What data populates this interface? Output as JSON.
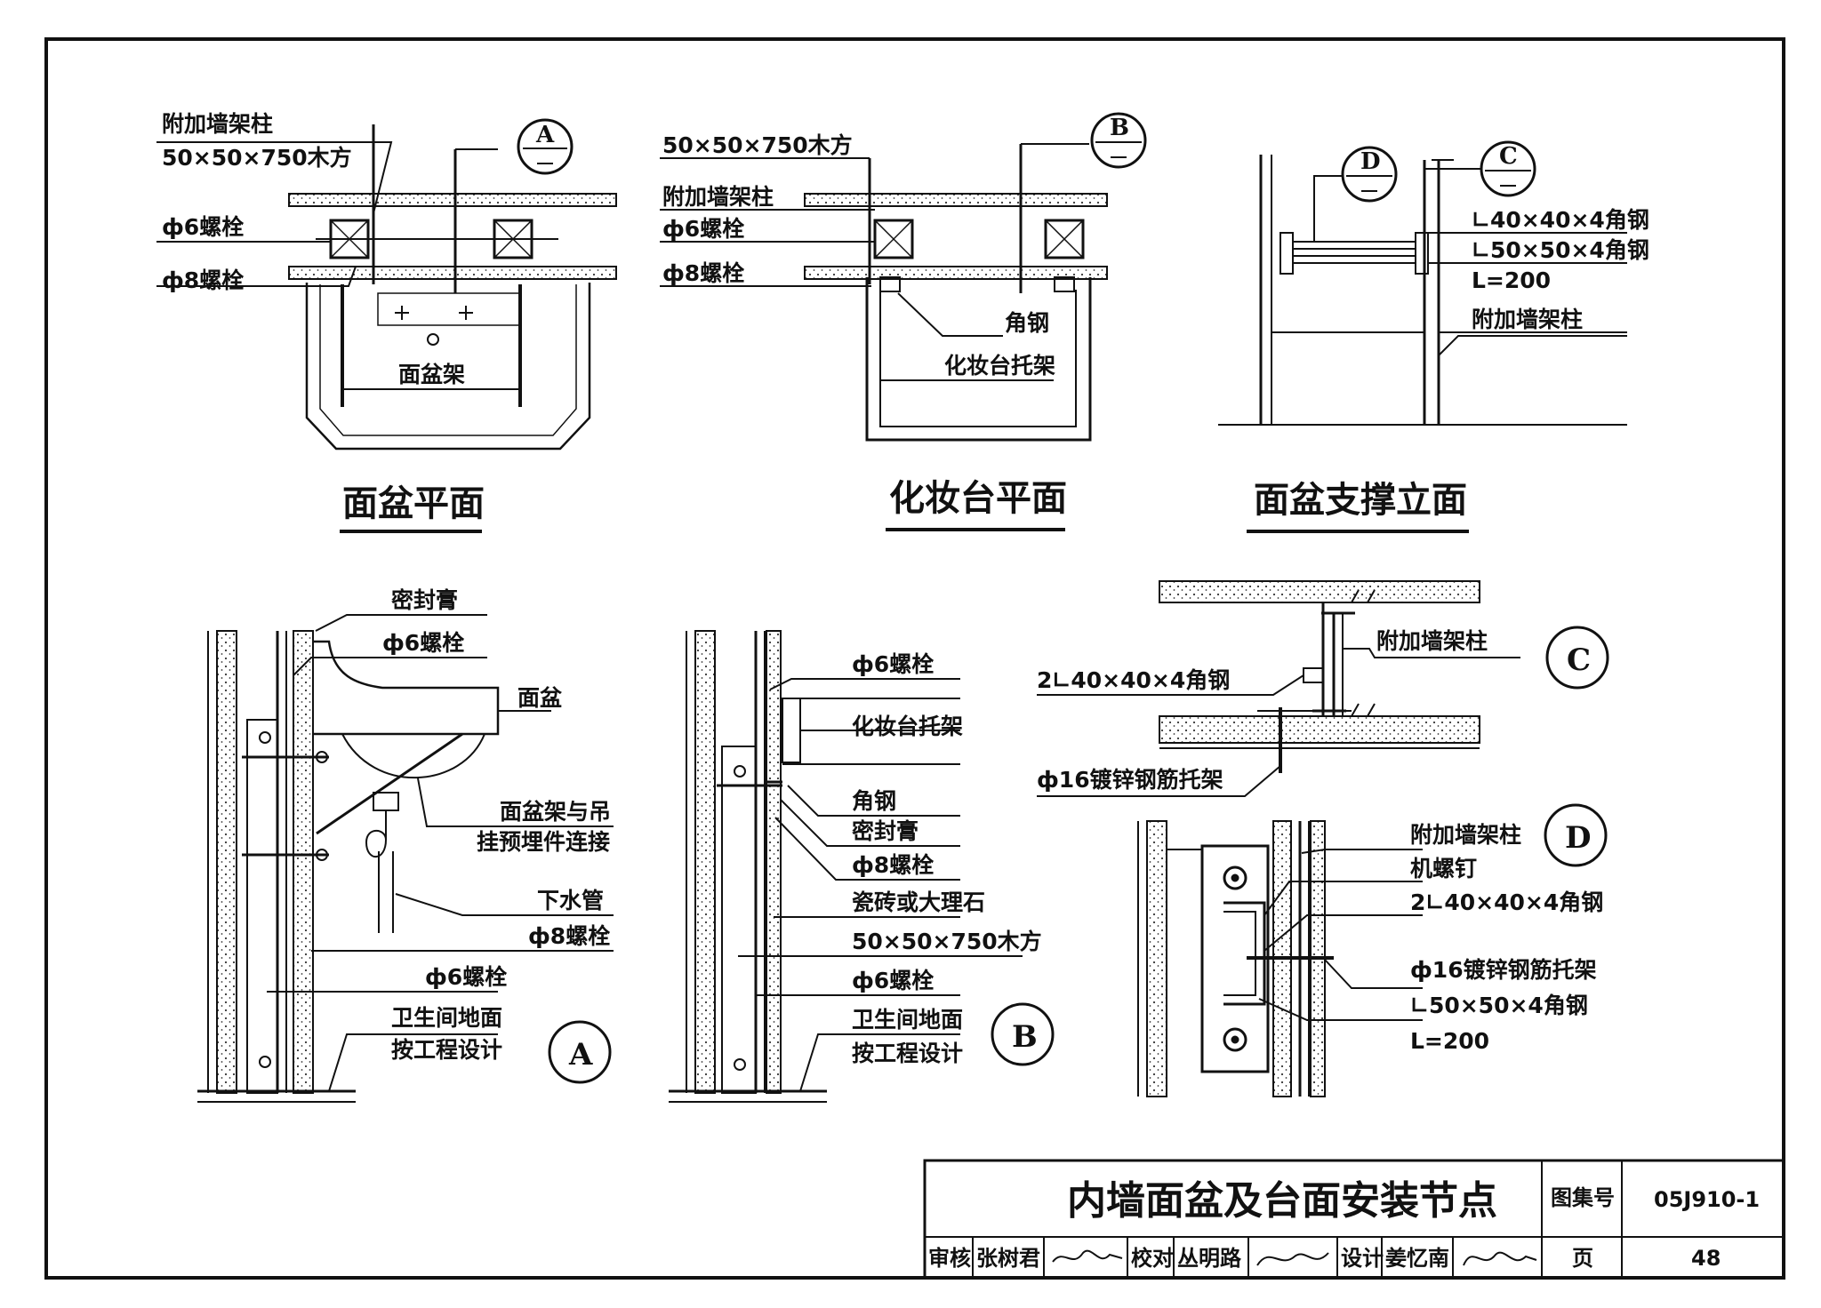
{
  "views": {
    "basin_plan": {
      "title": "面盆平面",
      "ref": "A",
      "labels": {
        "stud": "附加墙架柱",
        "timber": "50×50×750木方",
        "bolt6": "ф6螺栓",
        "bolt8": "ф8螺栓",
        "frame": "面盆架"
      }
    },
    "vanity_plan": {
      "title": "化妆台平面",
      "ref": "B",
      "labels": {
        "timber": "50×50×750木方",
        "stud": "附加墙架柱",
        "bolt6": "ф6螺栓",
        "bolt8": "ф8螺栓",
        "angle": "角钢",
        "bracket": "化妆台托架"
      }
    },
    "support_elev": {
      "title": "面盆支撑立面",
      "ref_d": "D",
      "ref_c": "C",
      "labels": {
        "angle40": "∟40×40×4角钢",
        "angle50": "∟50×50×4角钢",
        "length": "L=200",
        "stud": "附加墙架柱"
      }
    },
    "detail_a": {
      "ref": "A",
      "labels": {
        "sealant": "密封膏",
        "bolt6_top": "ф6螺栓",
        "basin": "面盆",
        "conn1": "面盆架与吊",
        "conn2": "挂预埋件连接",
        "drain": "下水管",
        "bolt8": "ф8螺栓",
        "bolt6_low": "ф6螺栓",
        "floor1": "卫生间地面",
        "floor2": "按工程设计"
      }
    },
    "detail_b": {
      "ref": "B",
      "labels": {
        "bolt6_top": "ф6螺栓",
        "bracket": "化妆台托架",
        "angle": "角钢",
        "sealant": "密封膏",
        "bolt8": "ф8螺栓",
        "tile": "瓷砖或大理石",
        "timber": "50×50×750木方",
        "bolt6_low": "ф6螺栓",
        "floor1": "卫生间地面",
        "floor2": "按工程设计"
      }
    },
    "detail_c": {
      "ref": "C",
      "labels": {
        "stud": "附加墙架柱",
        "angles": "2∟40×40×4角钢",
        "rebar": "ф16镀锌钢筋托架"
      }
    },
    "detail_d": {
      "ref": "D",
      "labels": {
        "stud": "附加墙架柱",
        "screw": "机螺钉",
        "angles": "2∟40×40×4角钢",
        "rebar": "ф16镀锌钢筋托架",
        "angle50": "∟50×50×4角钢",
        "length": "L=200"
      }
    }
  },
  "title_block": {
    "title": "内墙面盆及台面安装节点",
    "atlas_label": "图集号",
    "atlas_no": "05J910-1",
    "review_label": "审核",
    "reviewer": "张树君",
    "check_label": "校对",
    "checker": "丛明路",
    "design_label": "设计",
    "designer": "姜忆南",
    "page_label": "页",
    "page_no": "48"
  }
}
